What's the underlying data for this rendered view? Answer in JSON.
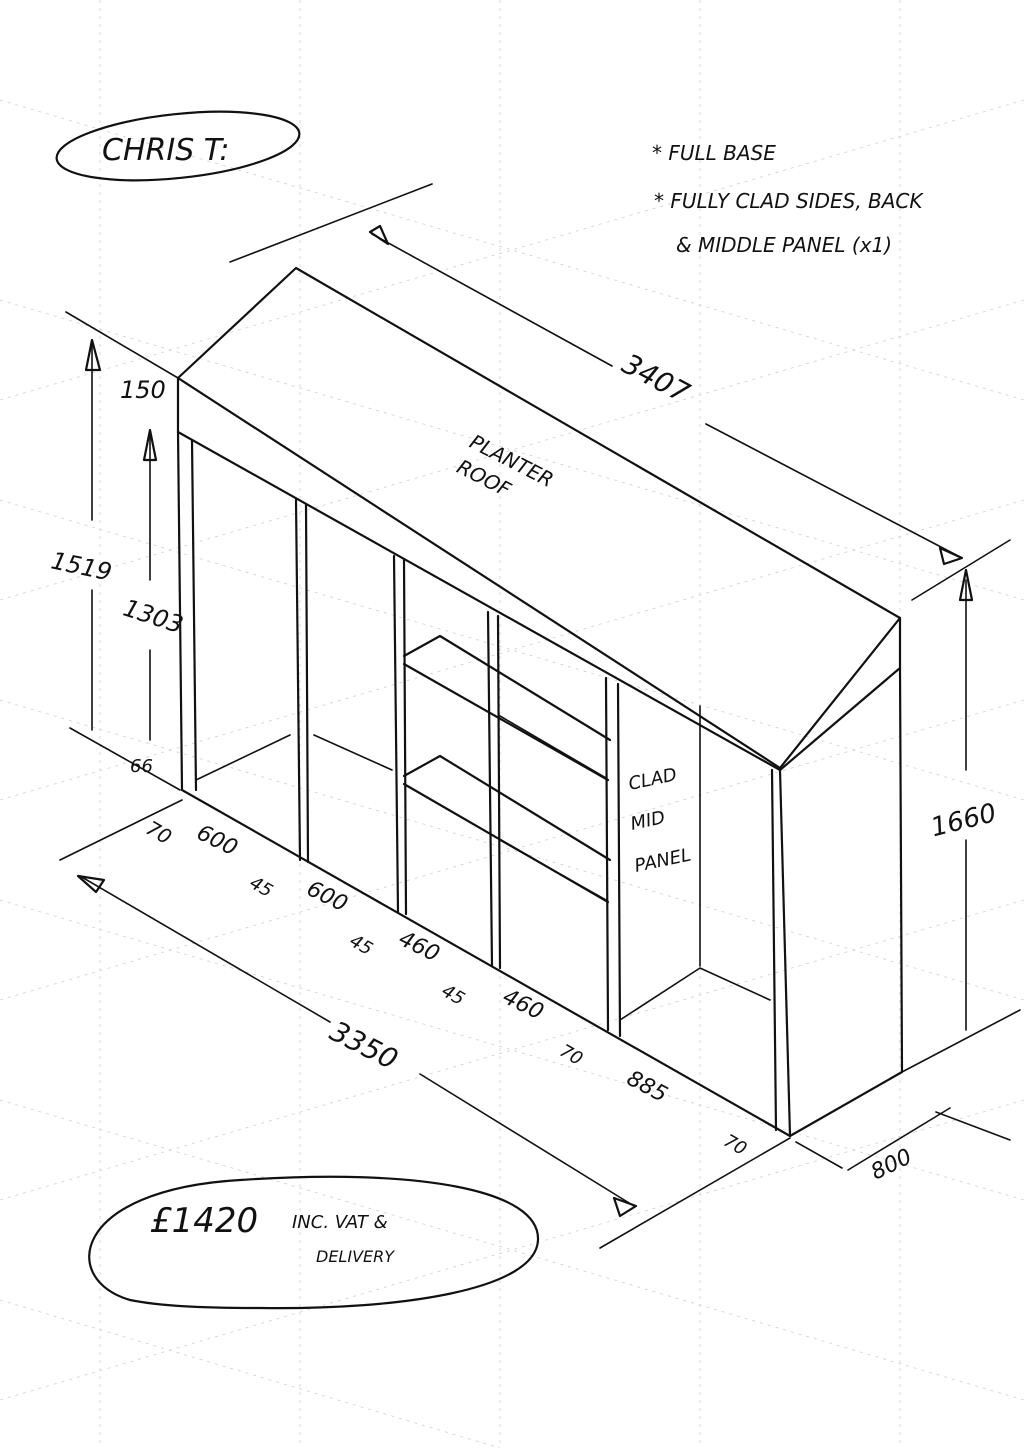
{
  "header": {
    "client_label": "CHRIS T:"
  },
  "notes": {
    "line1": "* FULL BASE",
    "line2": "* FULLY CLAD SIDES, BACK",
    "line3": "& MIDDLE PANEL (x1)"
  },
  "labels": {
    "roof_line1": "PLANTER",
    "roof_line2": "ROOF",
    "mid_line1": "CLAD",
    "mid_line2": "MID",
    "mid_line3": "PANEL"
  },
  "dimensions": {
    "top_length": "3407",
    "roof_thickness": "150",
    "overall_height_left": "1519",
    "inner_height": "1303",
    "base_height": "66",
    "right_height": "1660",
    "depth": "800",
    "bottom_length": "3350",
    "seg_70a": "70",
    "seg_600a": "600",
    "seg_45a": "45",
    "seg_600b": "600",
    "seg_45b": "45",
    "seg_460a": "460",
    "seg_45c": "45",
    "seg_460b": "460",
    "seg_70b": "70",
    "seg_885": "885",
    "seg_70c": "70"
  },
  "price": {
    "amount": "£1420",
    "line1": "INC. VAT &",
    "line2": "DELIVERY"
  }
}
